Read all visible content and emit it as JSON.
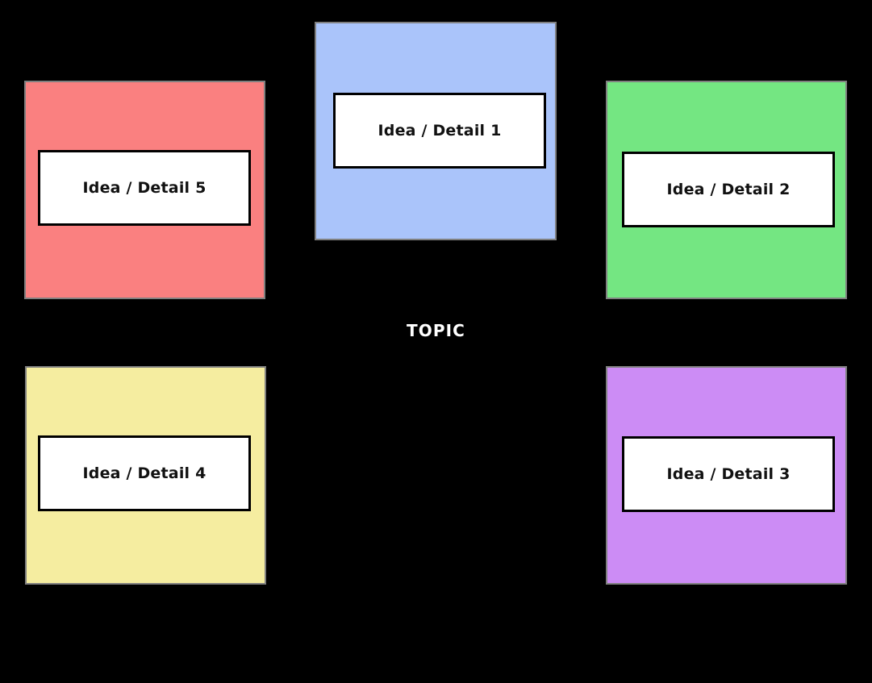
{
  "diagram": {
    "title": "TOPIC",
    "background_color": "#000000",
    "center_label": "TOPIC",
    "center_label_color": "#ffffff",
    "card_border_color": "#808080",
    "inner_box_border_color": "#000000",
    "inner_box_fill": "#ffffff",
    "inner_label_color": "#111111",
    "cards": [
      {
        "id": 1,
        "position": "top-center",
        "fill_color": "#aac4fa",
        "label": "Idea / Detail 1"
      },
      {
        "id": 2,
        "position": "right-top",
        "fill_color": "#74e682",
        "label": "Idea / Detail 2"
      },
      {
        "id": 3,
        "position": "right-bottom",
        "fill_color": "#cc8cf5",
        "label": "Idea / Detail 3"
      },
      {
        "id": 4,
        "position": "left-bottom",
        "fill_color": "#f5eda0",
        "label": "Idea / Detail 4"
      },
      {
        "id": 5,
        "position": "left-top",
        "fill_color": "#fa8080",
        "label": "Idea / Detail 5"
      }
    ]
  }
}
